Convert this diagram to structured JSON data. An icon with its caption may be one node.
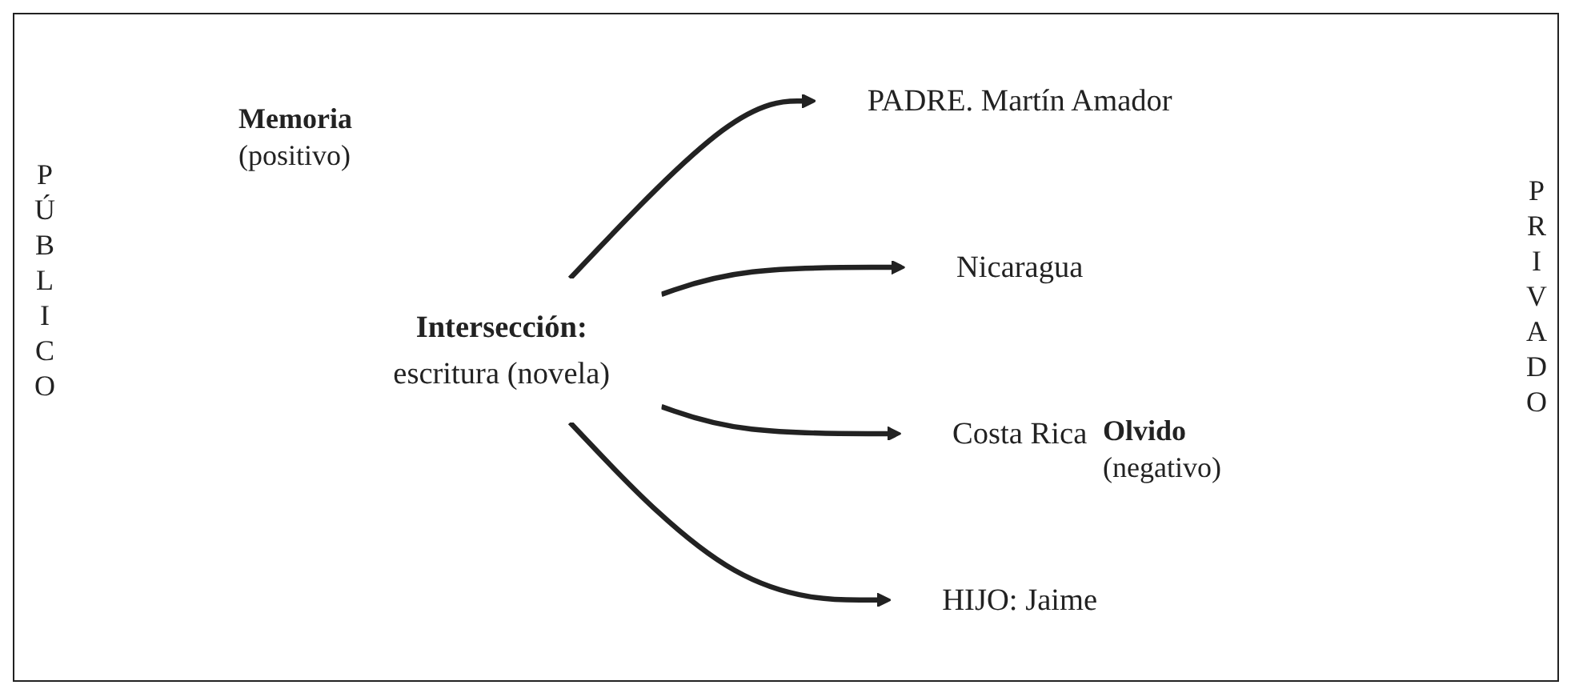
{
  "diagram": {
    "nodes": [
      {
        "text": [
          "PADRE. Martín Amador"
        ]
      },
      {
        "text": [
          "Nicaragua"
        ]
      },
      {
        "text": [
          "Intersección:",
          "escritura (novela)"
        ]
      },
      {
        "text": [
          "Costa Rica"
        ]
      },
      {
        "text": [
          "HIJO: Jaime"
        ]
      }
    ],
    "edges": [
      {
        "from": 2,
        "to": 0,
        "arrow": "to"
      },
      {
        "from": 2,
        "to": 1,
        "arrow": "to"
      },
      {
        "from": 2,
        "to": 3,
        "arrow": "to"
      },
      {
        "from": 2,
        "to": 4,
        "arrow": "to"
      }
    ],
    "labels": [
      "Memoria",
      "(positivo)",
      "PÚBLICO",
      "PRIVADO",
      "Olvido",
      "(negativo)"
    ]
  }
}
